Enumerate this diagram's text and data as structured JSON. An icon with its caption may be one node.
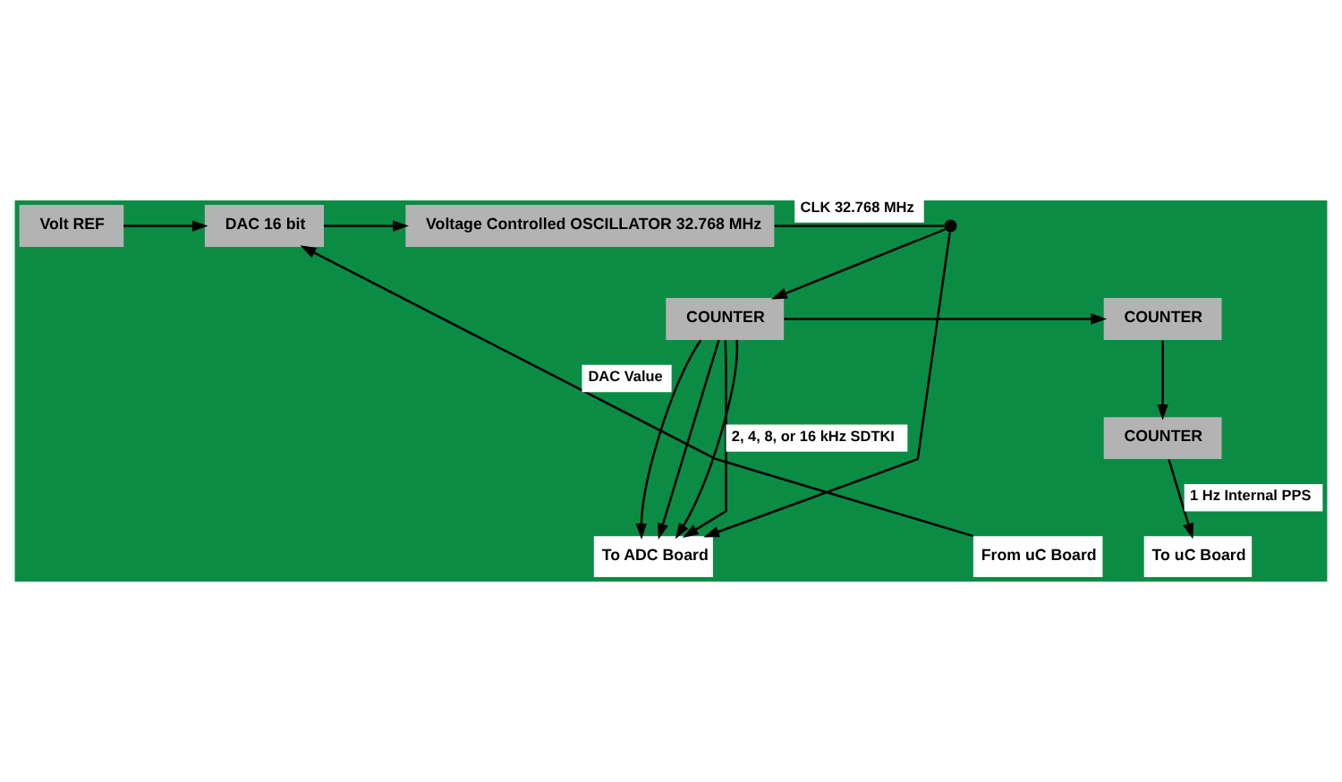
{
  "diagram": {
    "nodes": [
      {
        "text": [
          "Volt REF"
        ]
      },
      {
        "text": [
          "DAC 16 bit"
        ]
      },
      {
        "text": [
          "Voltage Controlled OSCILLATOR 32.768 MHz"
        ]
      },
      {
        "text": [],
        "shape": "circle"
      },
      {
        "text": [
          "COUNTER"
        ]
      },
      {
        "text": [
          "COUNTER"
        ]
      },
      {
        "text": [
          "COUNTER"
        ]
      },
      {
        "text": [
          "From uC Board"
        ]
      },
      {
        "text": [
          "To uC Board"
        ]
      },
      {
        "text": [
          "To ADC Board"
        ]
      }
    ],
    "edges": [
      {
        "from": 0,
        "to": 1,
        "arrow": "to"
      },
      {
        "from": 1,
        "to": 2,
        "arrow": "to"
      },
      {
        "from": 7,
        "to": 1,
        "arrow": "to",
        "label": "DAC Value"
      },
      {
        "from": 2,
        "to": 3,
        "arrow": "none",
        "label": "CLK 32.768 MHz"
      },
      {
        "from": 3,
        "to": 4,
        "arrow": "to"
      },
      {
        "from": 3,
        "to": 9,
        "arrow": "to"
      },
      {
        "from": 4,
        "to": 5,
        "arrow": "to"
      },
      {
        "from": 5,
        "to": 6,
        "arrow": "to"
      },
      {
        "from": 6,
        "to": 8,
        "arrow": "to",
        "label": "1 Hz Internal PPS"
      },
      {
        "from": 4,
        "to": 9,
        "arrow": "to",
        "label": "2, 4, 8, or 16 kHz SDTKI"
      },
      {
        "from": 4,
        "to": 9,
        "arrow": "to"
      },
      {
        "from": 4,
        "to": 9,
        "arrow": "to"
      },
      {
        "from": 4,
        "to": 9,
        "arrow": "to"
      }
    ]
  }
}
